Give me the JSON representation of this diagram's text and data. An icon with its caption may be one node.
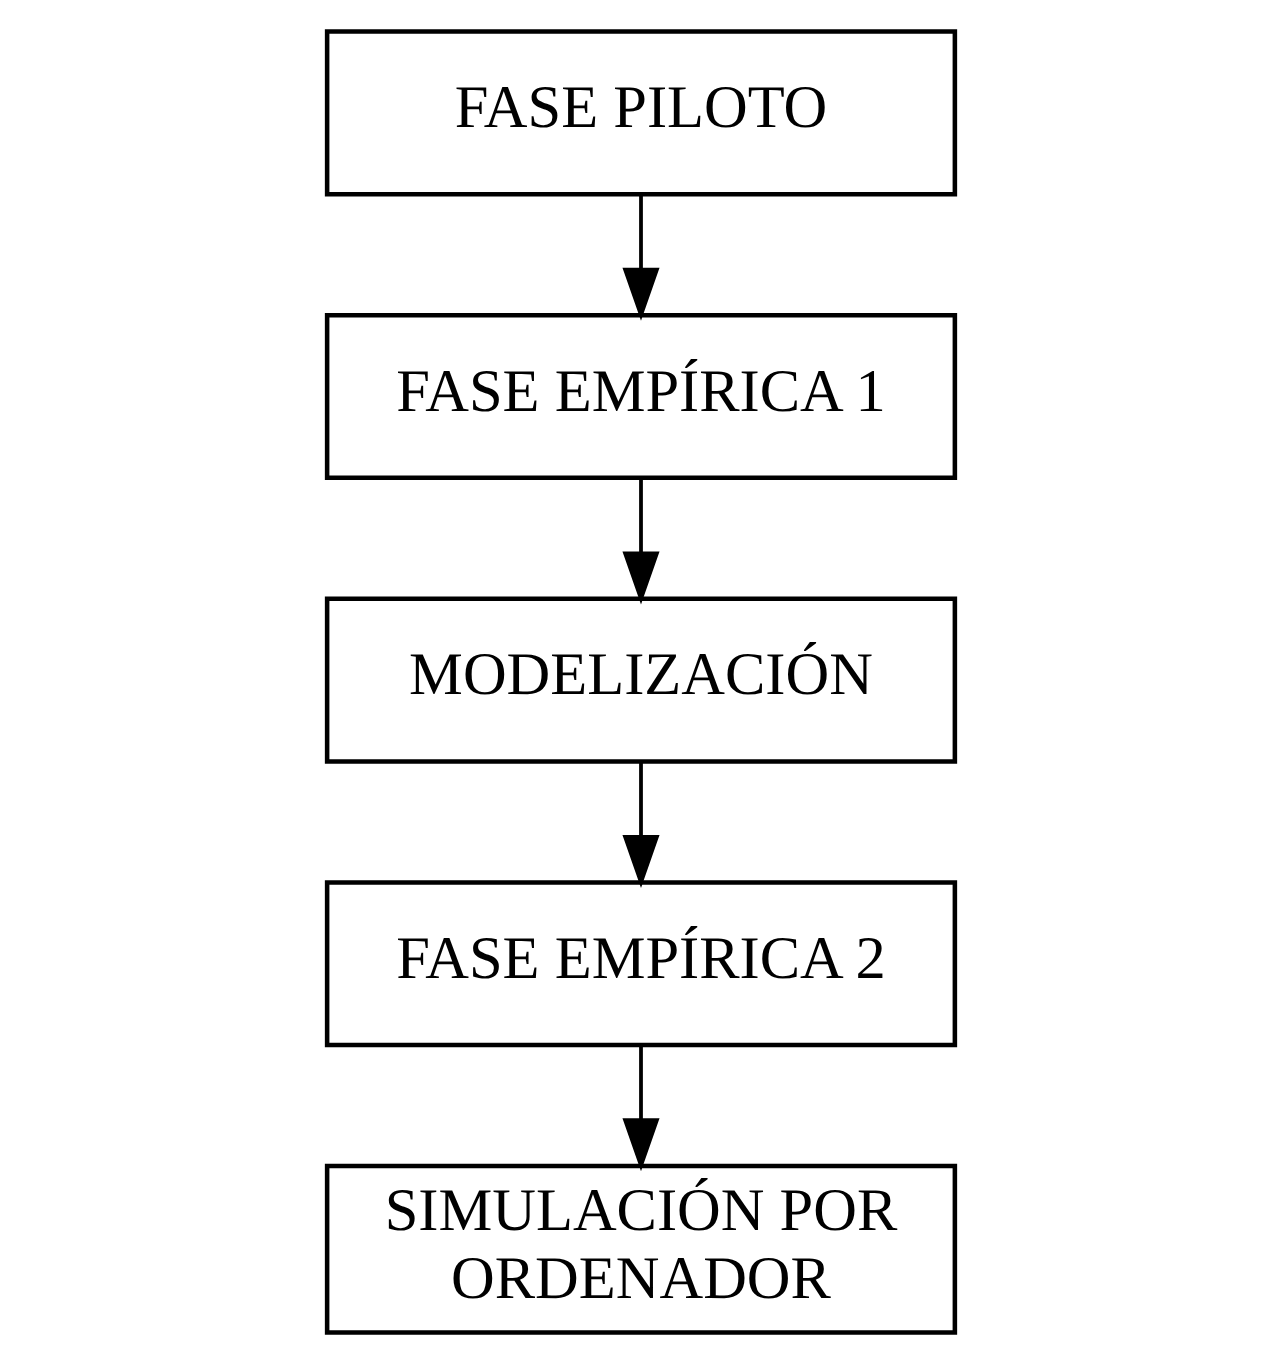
{
  "diagram": {
    "nodes": [
      {
        "text": [
          "FASE PILOTO"
        ]
      },
      {
        "text": [
          "FASE EMPÍRICA 1"
        ]
      },
      {
        "text": [
          "MODELIZACIÓN"
        ]
      },
      {
        "text": [
          "FASE EMPÍRICA 2"
        ]
      },
      {
        "text": [
          "SIMULACIÓN POR ORDENADOR"
        ]
      }
    ],
    "edges": [
      {
        "from": 0,
        "to": 1,
        "arrow": "to"
      },
      {
        "from": 1,
        "to": 2,
        "arrow": "to"
      },
      {
        "from": 2,
        "to": 3,
        "arrow": "to"
      },
      {
        "from": 3,
        "to": 4,
        "arrow": "to"
      }
    ]
  }
}
